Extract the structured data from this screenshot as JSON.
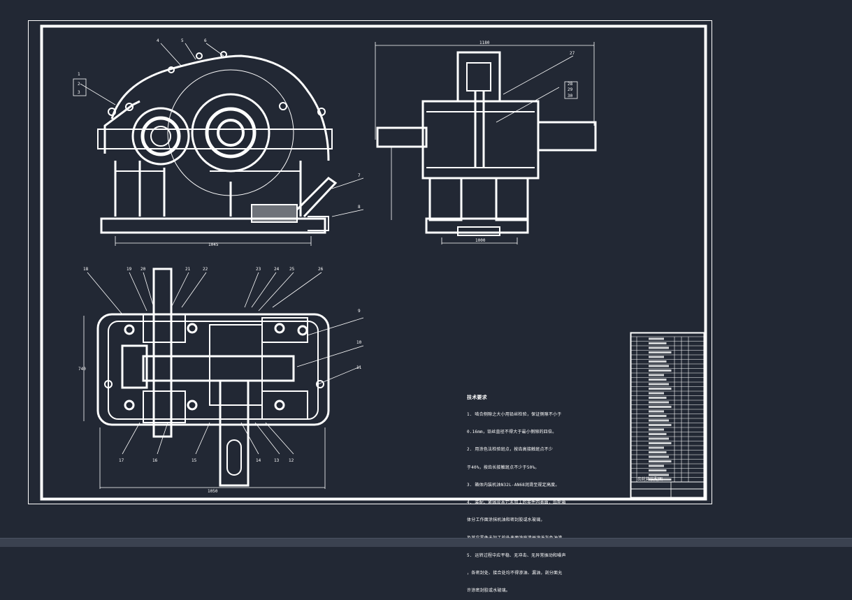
{
  "drawing": {
    "background_color": "#222834",
    "line_color": "#ffffff",
    "tech_requirements_title": "技术要求",
    "tech_requirements": [
      "1. 啮合侧隙之大小用铅丝检验，保证侧隙不小于",
      "0.16mm，铅丝直径不得大于最小侧隙的四倍。",
      "2. 用涂色法检验斑点，按齿高接触斑点不少",
      "于40%，按齿长接触斑点不少于50%。",
      "3. 箱体内装机油N32L-AN68润滑至规定高度。",
      "4. 装配、紧固及其它未加工的零件内表面，齿轮箱",
      "体分工作面涂抹机油和密封胶或水玻璃，",
      "及其它零件未加工的外表面涂底漆并涂浅灰色油漆。",
      "5. 运转过程中应平稳、无冲击、无异常振动和噪声",
      "，各密封处、接合处均不得渗油、漏油，剖分面允",
      "许涂密封胶或水玻璃。"
    ],
    "view1_labels": [
      "1",
      "2",
      "3",
      "4",
      "5",
      "6",
      "7",
      "8"
    ],
    "view2_labels": [
      "27",
      "28",
      "29",
      "30"
    ],
    "view3_labels": [
      "18",
      "19",
      "20",
      "21",
      "22",
      "23",
      "24",
      "25",
      "26",
      "9",
      "10",
      "11",
      "12",
      "13",
      "14",
      "15",
      "16",
      "17"
    ],
    "dims": {
      "view1_bottom": "1045",
      "view2_top": "1180",
      "view2_bottom": "1000",
      "view3_bottom": "1050",
      "view3_left": "740"
    },
    "title_block": {
      "caption": "齿轮箱装配图"
    }
  }
}
